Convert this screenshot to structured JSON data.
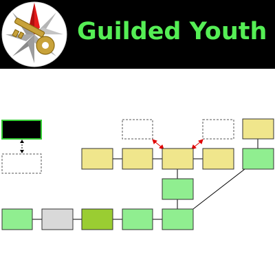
{
  "header": {
    "title": "Guilded Youth",
    "title_color": "#55ee55",
    "background": "#000000",
    "logo_icon": "compass-key-icon"
  },
  "diagram": {
    "colors": {
      "yellow": "#f0e68c",
      "light_green": "#90ee90",
      "dark_green": "#9acd32",
      "gray": "#d9d9d9",
      "black": "#000000",
      "legend_border": "#33cc33",
      "arrow": "#e00000",
      "dashed": "#555555"
    },
    "legend": {
      "solid_box_color": "black",
      "dashed_box": true
    },
    "rows": [
      {
        "name": "top-row",
        "boxes": [
          "yellow",
          "yellow",
          "yellow",
          "yellow",
          "light_green"
        ]
      },
      {
        "name": "bottom-row",
        "boxes": [
          "light_green",
          "gray",
          "dark_green",
          "light_green",
          "light_green"
        ]
      }
    ]
  }
}
